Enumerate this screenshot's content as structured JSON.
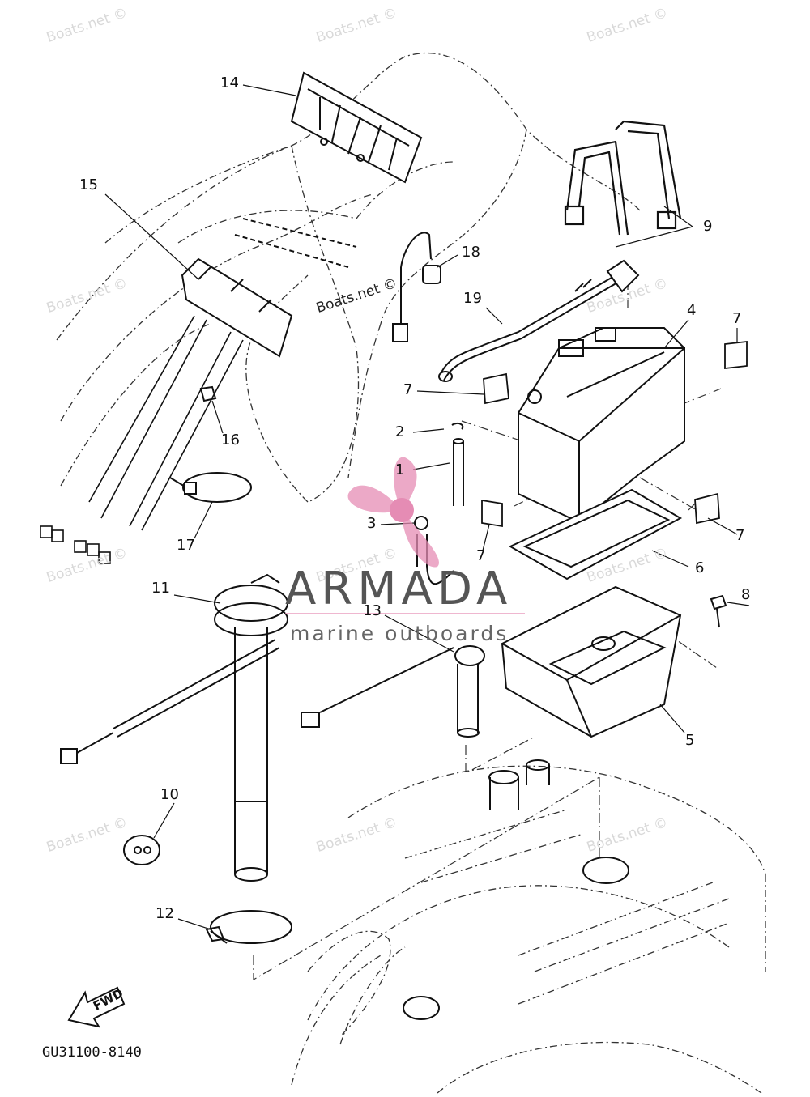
{
  "watermark_text": "Boats.net ©",
  "brand": {
    "name": "ARMADA",
    "tagline": "marine outboards",
    "logo_color": "#e58cb4"
  },
  "diagram": {
    "code": "GU31100-8140",
    "fwd_label": "FWD",
    "callouts": [
      "1",
      "2",
      "3",
      "4",
      "5",
      "6",
      "7",
      "7",
      "7",
      "7",
      "8",
      "9",
      "10",
      "11",
      "12",
      "13",
      "14",
      "15",
      "16",
      "17",
      "18",
      "19"
    ]
  }
}
